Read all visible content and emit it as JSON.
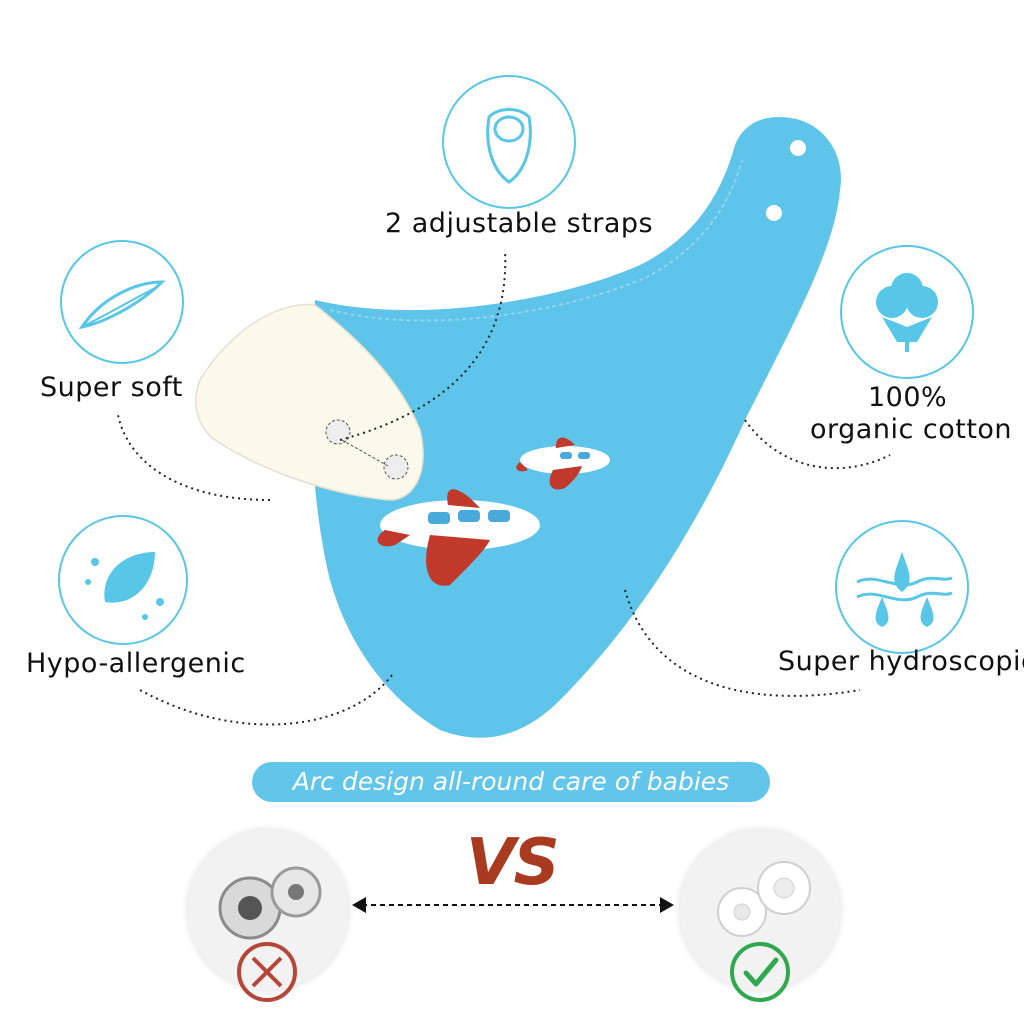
{
  "features": {
    "straps": "2 adjustable straps",
    "soft": "Super soft",
    "cotton_line1": "100%",
    "cotton_line2": "organic cotton",
    "hypo": "Hypo-allergenic",
    "hydro": "Super hydroscopic"
  },
  "banner": "Arc design all-round care of babies",
  "vs": "VS",
  "icons": [
    "bib-icon",
    "feather-icon",
    "cotton-icon",
    "leaf-icon",
    "water-drops-icon"
  ],
  "colors": {
    "bib_blue": "#5ec4ea",
    "icon_blue": "#58c6e6",
    "accent_red": "#c0392b",
    "vs_red": "#a83a1f",
    "cross_red": "#b5473a",
    "check_green": "#2fa84f"
  },
  "comparison": {
    "left": "magnetic-snap (cross)",
    "right": "plastic-snap (check)"
  }
}
